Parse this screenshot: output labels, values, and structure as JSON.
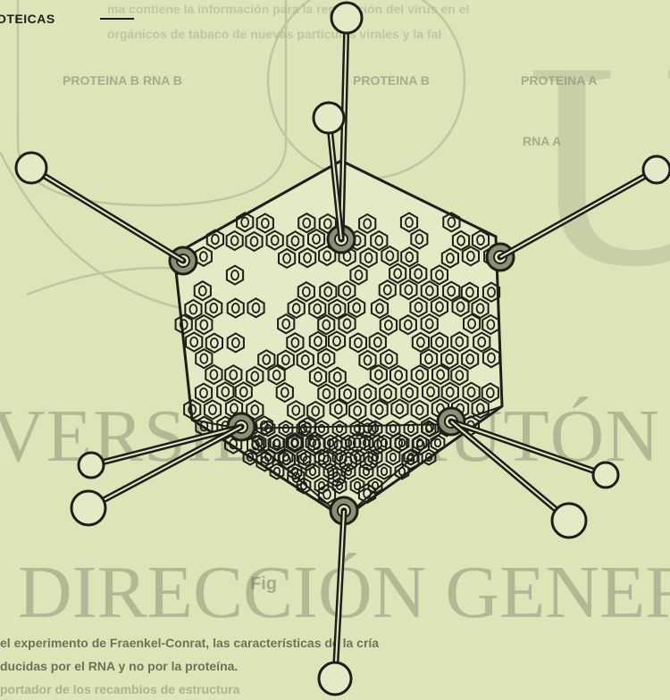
{
  "figure": {
    "callout_label": "OTEICAS",
    "background_color": "#dfe3b8",
    "ink_color": "#1f1f1a"
  },
  "bleed_through": {
    "watermark_line_1": "VERSIDAD AUTÓN",
    "watermark_line_2": "DIRECCIÓN GENER",
    "watermark_letter": "U",
    "protein_a": "PROTEINA A",
    "protein_b_left": "PROTEINA B",
    "protein_b_center": "PROTEINA B",
    "rna_a": "RNA A",
    "rna_b": "RNA B",
    "fig_label": "Fig",
    "text_line_1": "el experimento de Fraenkel-Conrat, las características de la cría",
    "text_line_2": "ducidas por el RNA y no por la proteína.",
    "top_line_1": "ma contiene la información para la replicación del virus en el",
    "top_line_2": "orgánicos de tabaco de nuevas partículas virales y la fal",
    "tail_line": "portador de los recambios de estructura"
  }
}
